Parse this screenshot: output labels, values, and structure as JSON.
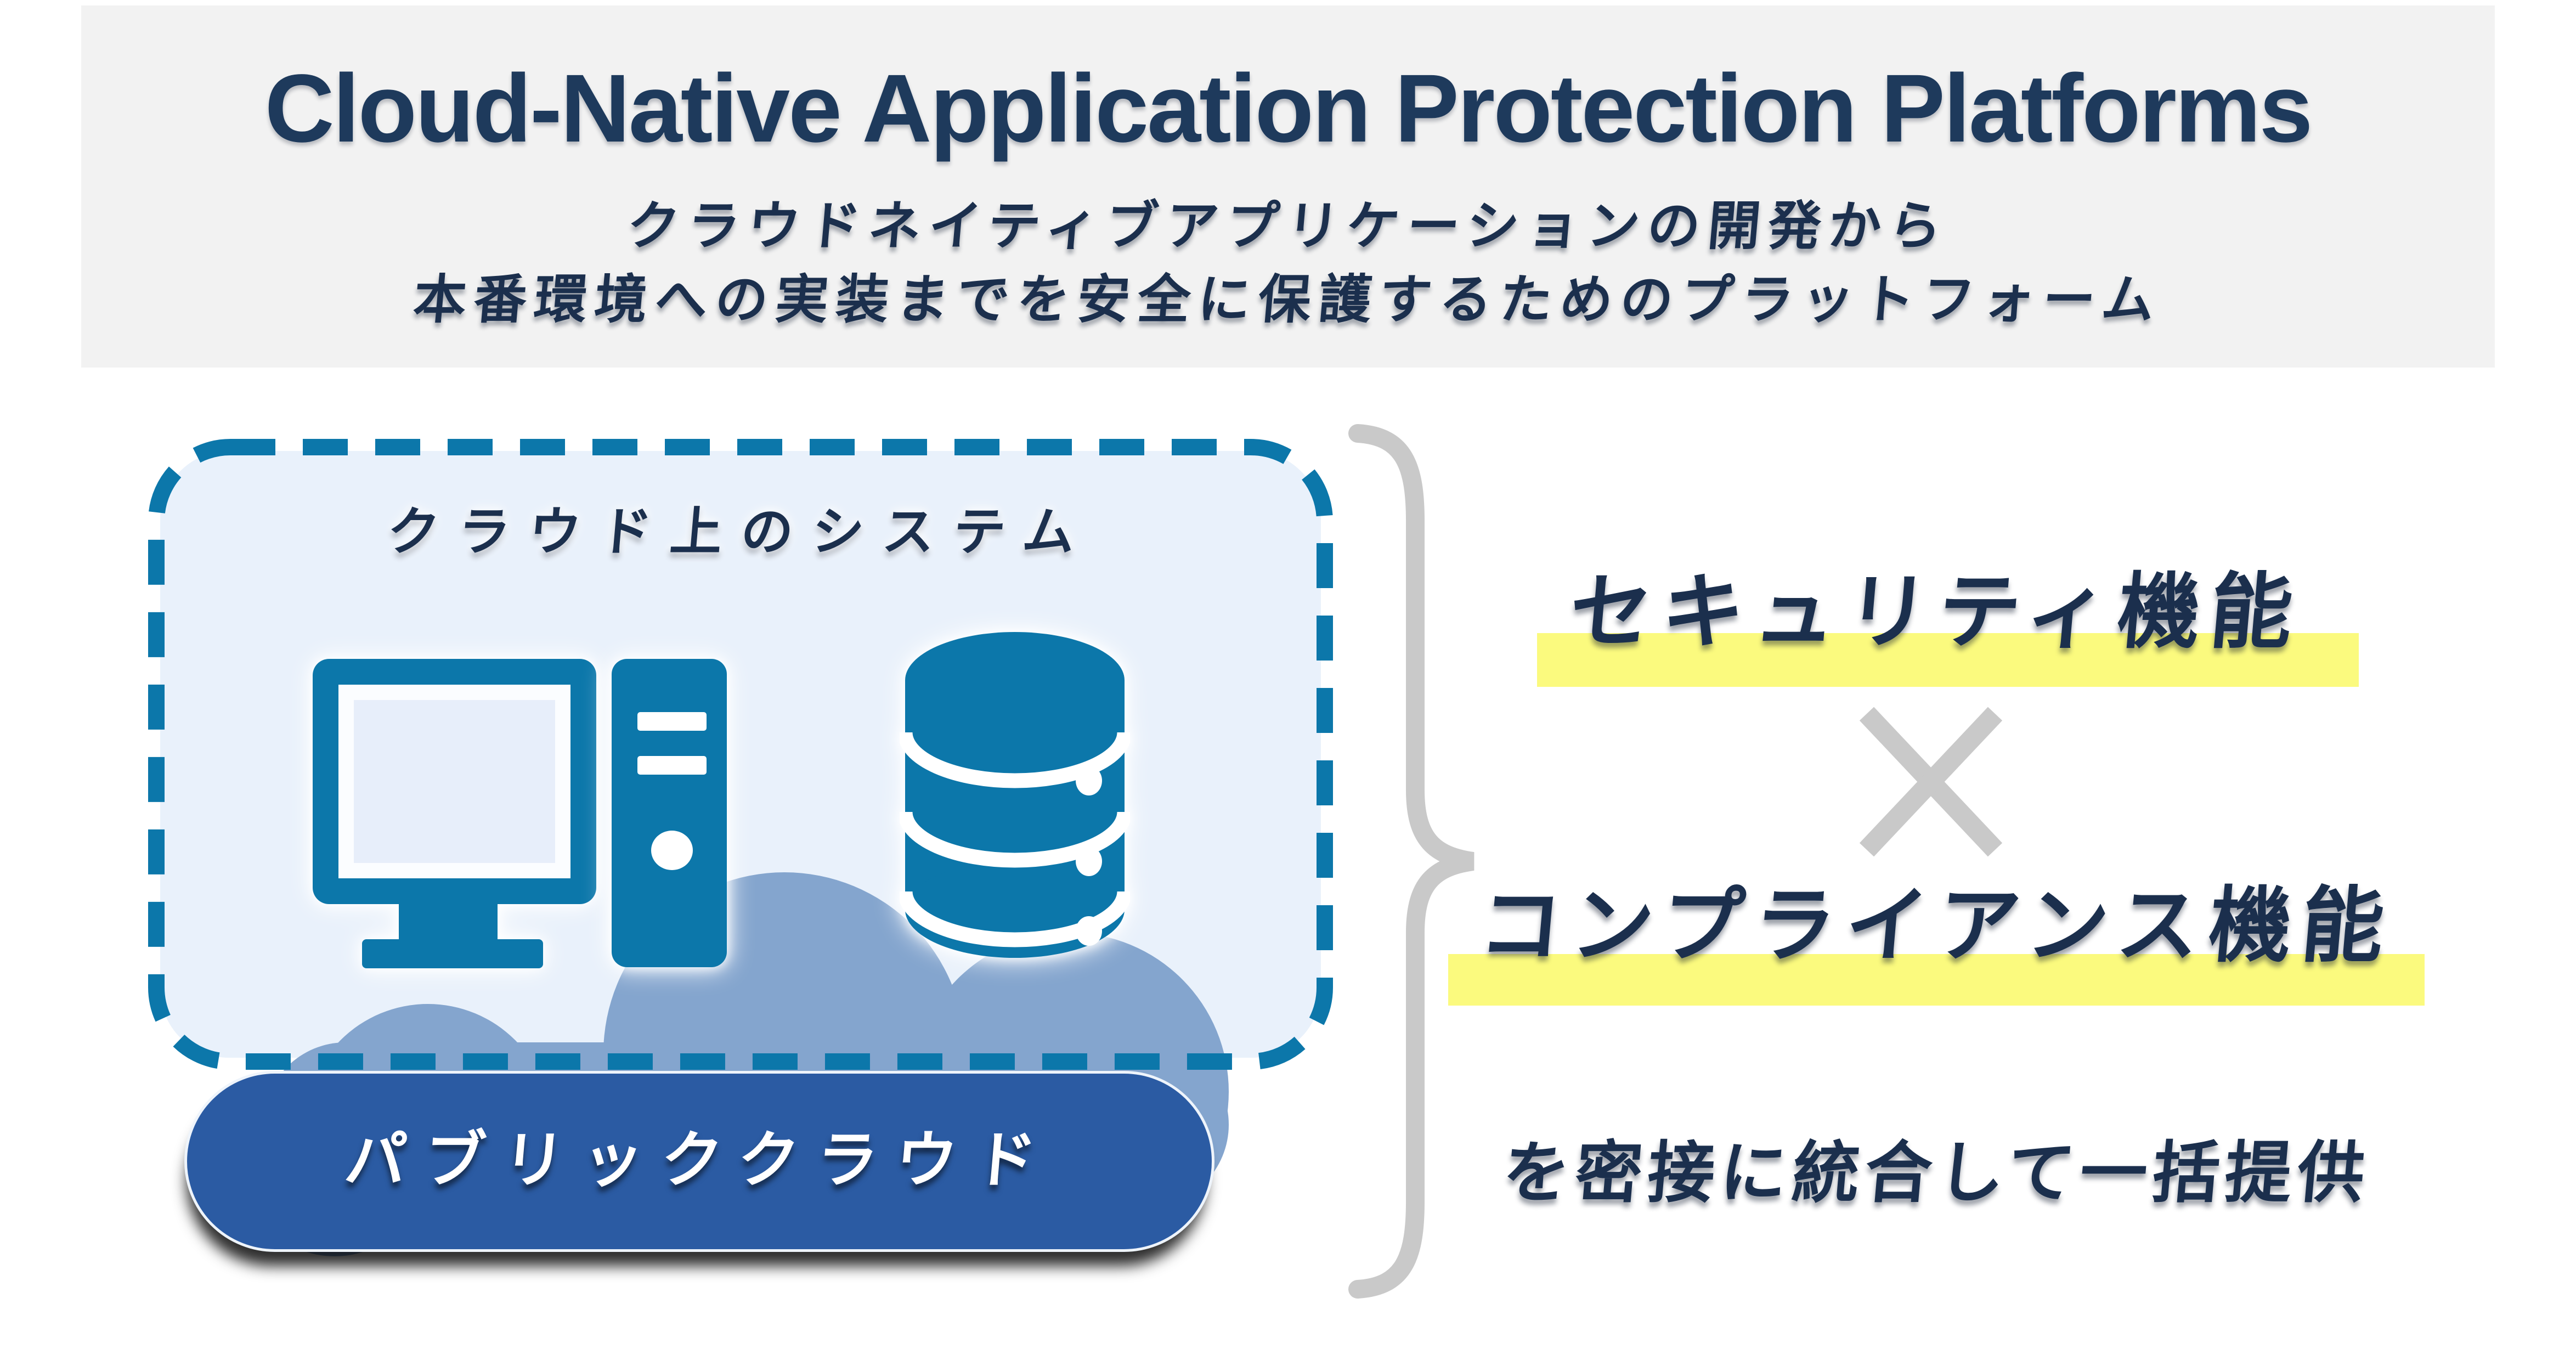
{
  "slide": {
    "title": "Cloud-Native Application Protection Platforms",
    "subtitle_line1": "クラウドネイティブアプリケーションの開発から",
    "subtitle_line2": "本番環境への実装までを安全に保護するためのプラットフォーム"
  },
  "cloud_box": {
    "label": "クラウド上のシステム",
    "banner_label": "パブリッククラウド",
    "icons": [
      {
        "name": "desktop-computer-icon"
      },
      {
        "name": "database-icon"
      }
    ]
  },
  "integration": {
    "security_label": "セキュリティ機能",
    "cross_symbol": "×",
    "compliance_label": "コンプライアンス機能",
    "tagline": "を密接に統合して一括提供"
  },
  "colors": {
    "header_bg": "#f2f2f2",
    "title_text": "#1e3a5c",
    "jp_text": "#1b2f4d",
    "accent_blue": "#0c77aa",
    "box_fill": "#e9f1fb",
    "cloud_fill": "#84a5ce",
    "banner_fill": "#2b5ba3",
    "highlight_yellow": "#fbfa7e",
    "brace_gray": "#c9c9c9"
  }
}
